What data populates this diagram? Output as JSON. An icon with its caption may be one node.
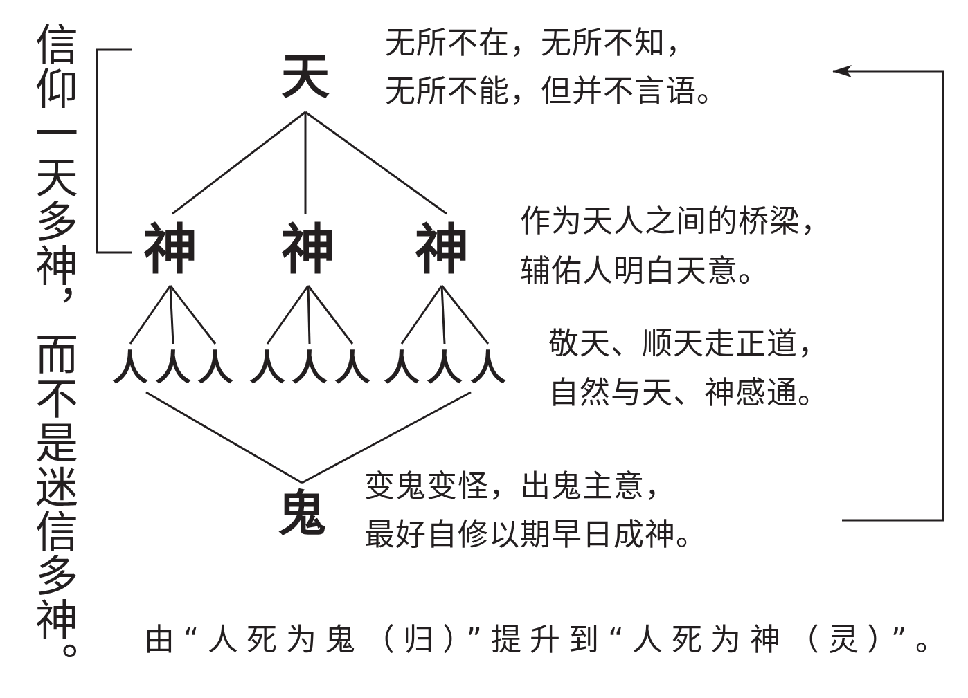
{
  "diagram": {
    "title": "信仰一天多神，而不是迷信多神。",
    "caption": "由“人死为鬼（归）”提升到“人死为神（灵）”。",
    "nodes": [
      {
        "text": [
          "天"
        ]
      },
      {
        "text": [
          "神"
        ]
      },
      {
        "text": [
          "神"
        ]
      },
      {
        "text": [
          "神"
        ]
      },
      {
        "text": [
          "人"
        ]
      },
      {
        "text": [
          "人"
        ]
      },
      {
        "text": [
          "人"
        ]
      },
      {
        "text": [
          "人"
        ]
      },
      {
        "text": [
          "人"
        ]
      },
      {
        "text": [
          "人"
        ]
      },
      {
        "text": [
          "人"
        ]
      },
      {
        "text": [
          "人"
        ]
      },
      {
        "text": [
          "人"
        ]
      },
      {
        "text": [
          "鬼"
        ]
      }
    ],
    "edges": [
      {
        "from": 0,
        "to": 1,
        "arrow": "none"
      },
      {
        "from": 0,
        "to": 2,
        "arrow": "none"
      },
      {
        "from": 0,
        "to": 3,
        "arrow": "none"
      },
      {
        "from": 1,
        "to": 4,
        "arrow": "none"
      },
      {
        "from": 1,
        "to": 5,
        "arrow": "none"
      },
      {
        "from": 1,
        "to": 6,
        "arrow": "none"
      },
      {
        "from": 2,
        "to": 7,
        "arrow": "none"
      },
      {
        "from": 2,
        "to": 8,
        "arrow": "none"
      },
      {
        "from": 2,
        "to": 9,
        "arrow": "none"
      },
      {
        "from": 3,
        "to": 10,
        "arrow": "none"
      },
      {
        "from": 3,
        "to": 11,
        "arrow": "none"
      },
      {
        "from": 3,
        "to": 12,
        "arrow": "none"
      },
      {
        "from": 4,
        "to": 13,
        "arrow": "none"
      },
      {
        "from": 12,
        "to": 13,
        "arrow": "none"
      }
    ],
    "labels": [
      "无所不在，无所不知，无所不能，但并不言语。",
      "作为天人之间的桥梁，辅佑人明白天意。",
      "敬天、顺天走正道，自然与天、神感通。",
      "变鬼变怪，出鬼主意，最好自修以期早日成神。"
    ]
  }
}
